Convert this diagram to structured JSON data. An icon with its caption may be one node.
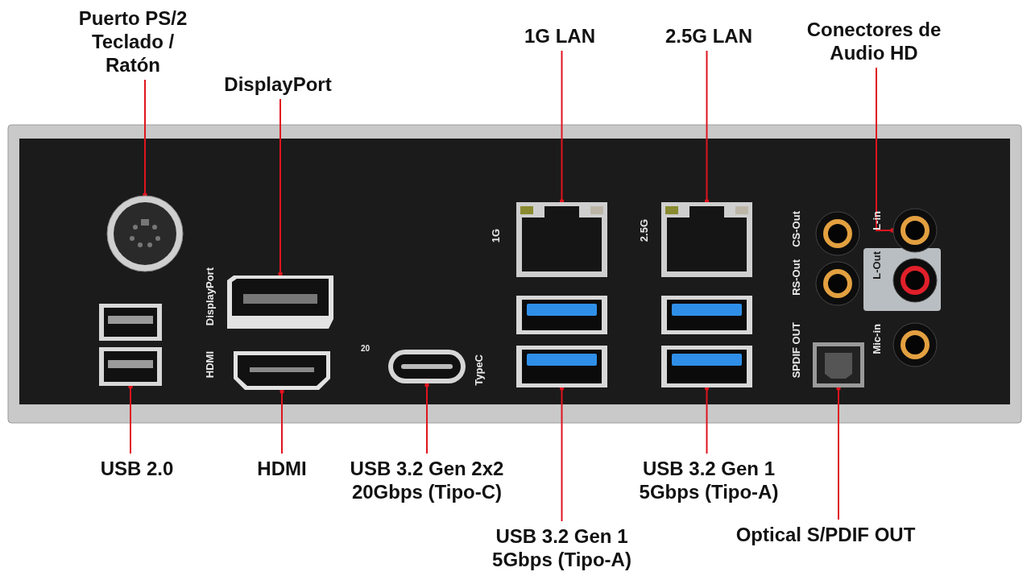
{
  "diagram": {
    "nodes": [
      {
        "text": [
          "Puerto PS/2 Teclado / Ratón"
        ]
      },
      {
        "text": [],
        "shape": "picture"
      },
      {
        "text": [
          "DisplayPort"
        ]
      },
      {
        "text": [],
        "shape": "picture"
      },
      {
        "text": [
          "1G LAN"
        ]
      },
      {
        "text": [],
        "shape": "picture"
      },
      {
        "text": [
          "2.5G LAN"
        ]
      },
      {
        "text": [],
        "shape": "picture"
      },
      {
        "text": [
          "Conectores de Audio HD"
        ]
      },
      {
        "text": [],
        "shape": "picture"
      },
      {
        "text": [
          "USB 2.0"
        ]
      },
      {
        "text": [],
        "shape": "picture"
      },
      {
        "text": [
          "HDMI"
        ]
      },
      {
        "text": [],
        "shape": "picture"
      },
      {
        "text": [
          "USB 3.2 Gen 2x2 20Gbps (Tipo-C)"
        ]
      },
      {
        "text": [],
        "shape": "picture"
      },
      {
        "text": [
          "USB 3.2 Gen 1 5Gbps (Tipo-A)"
        ]
      },
      {
        "text": [],
        "shape": "picture"
      },
      {
        "text": [
          "USB 3.2 Gen 1 5Gbps (Tipo-A)"
        ]
      },
      {
        "text": [],
        "shape": "picture"
      },
      {
        "text": [
          "Optical S/PDIF OUT"
        ]
      },
      {
        "text": [],
        "shape": "picture"
      },
      {
        "text": [],
        "shape": "picture"
      },
      {
        "text": [],
        "shape": "picture"
      },
      {
        "text": [],
        "shape": "picture"
      },
      {
        "text": [],
        "shape": "picture"
      },
      {
        "text": [],
        "shape": "picture"
      },
      {
        "text": [],
        "shape": "picture"
      },
      {
        "text": [],
        "shape": "picture"
      }
    ],
    "edges": [
      {
        "from": 0,
        "to": 1,
        "arrow": "other",
        "color": "#e0141e"
      },
      {
        "from": 2,
        "to": 3,
        "arrow": "other",
        "color": "#e0141e"
      },
      {
        "from": 4,
        "to": 5,
        "arrow": "other",
        "color": "#e0141e"
      },
      {
        "from": 6,
        "to": 7,
        "arrow": "other",
        "color": "#e0141e"
      },
      {
        "from": 8,
        "to": 9,
        "arrow": "other",
        "color": "#e0141e"
      },
      {
        "from": 10,
        "to": 11,
        "arrow": "other",
        "color": "#e0141e"
      },
      {
        "from": 12,
        "to": 13,
        "arrow": "other",
        "color": "#e0141e"
      },
      {
        "from": 14,
        "to": 15,
        "arrow": "other",
        "color": "#e0141e"
      },
      {
        "from": 16,
        "to": 17,
        "arrow": "other",
        "color": "#e0141e"
      },
      {
        "from": 18,
        "to": 19,
        "arrow": "other",
        "color": "#e0141e"
      },
      {
        "from": 20,
        "to": 21,
        "arrow": "other",
        "color": "#e0141e"
      }
    ],
    "labels": [
      "DisplayPort",
      "1G",
      "2.5G",
      "CS-Out",
      "L-in",
      "RS-Out",
      "L-Out",
      "SPDIF OUT",
      "Mic-in",
      "HDMI",
      "20",
      "TypeC"
    ]
  }
}
